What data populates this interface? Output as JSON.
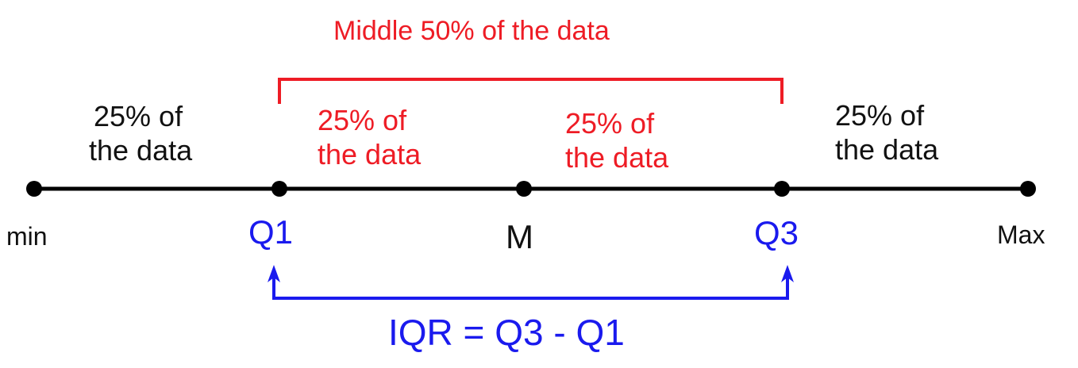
{
  "title": "Middle 50% of the data",
  "segments": [
    {
      "line1": "25% of",
      "line2": "the data"
    },
    {
      "line1": "25% of",
      "line2": "the data"
    },
    {
      "line1": "25% of",
      "line2": "the data"
    },
    {
      "line1": "25% of",
      "line2": "the data"
    }
  ],
  "points": {
    "min": "min",
    "q1": "Q1",
    "median": "M",
    "q3": "Q3",
    "max": "Max"
  },
  "iqr_label": "IQR = Q3 - Q1",
  "colors": {
    "line": "#000000",
    "highlight": "#ee1c25",
    "quartile": "#1a1aee"
  }
}
